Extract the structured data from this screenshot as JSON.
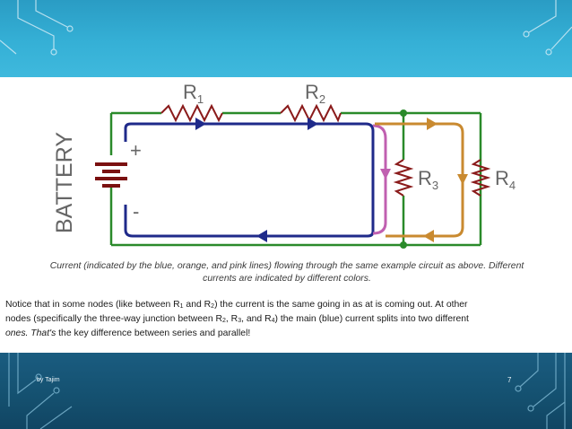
{
  "diagram": {
    "battery_label": "BATTERY",
    "plus_label": "+",
    "minus_label": "-",
    "r1": {
      "main": "R",
      "sub": "1"
    },
    "r2": {
      "main": "R",
      "sub": "2"
    },
    "r3": {
      "main": "R",
      "sub": "3"
    },
    "r4": {
      "main": "R",
      "sub": "4"
    },
    "colors": {
      "blue": "#1f2a8a",
      "orange": "#c98a30",
      "pink": "#c060b0",
      "green": "#2a8a2a",
      "resistor": "#8a1a1a",
      "battery": "#7a1010"
    }
  },
  "caption": {
    "line1": "Current (indicated by the blue, orange, and pink lines) flowing through the same example circuit as above. Different",
    "line2": "currents are indicated by different colors."
  },
  "body": {
    "p1_a": "Notice that in some nodes (like between R",
    "p1_s1": "1",
    "p1_b": " and R",
    "p1_s2": "2",
    "p1_c": ") the current is the same going in as at is coming out. At other",
    "p2_a": "nodes (specifically the three-way junction between R",
    "p2_s1": "2",
    "p2_b": ", R",
    "p2_s2": "3",
    "p2_c": ", and R",
    "p2_s3": "4",
    "p2_d": ") the main (blue) current splits into two different",
    "p3_em": "ones. That's",
    "p3_rest": " the key difference between series and parallel!"
  },
  "footer": {
    "author": "by Tajim",
    "page": "7"
  }
}
